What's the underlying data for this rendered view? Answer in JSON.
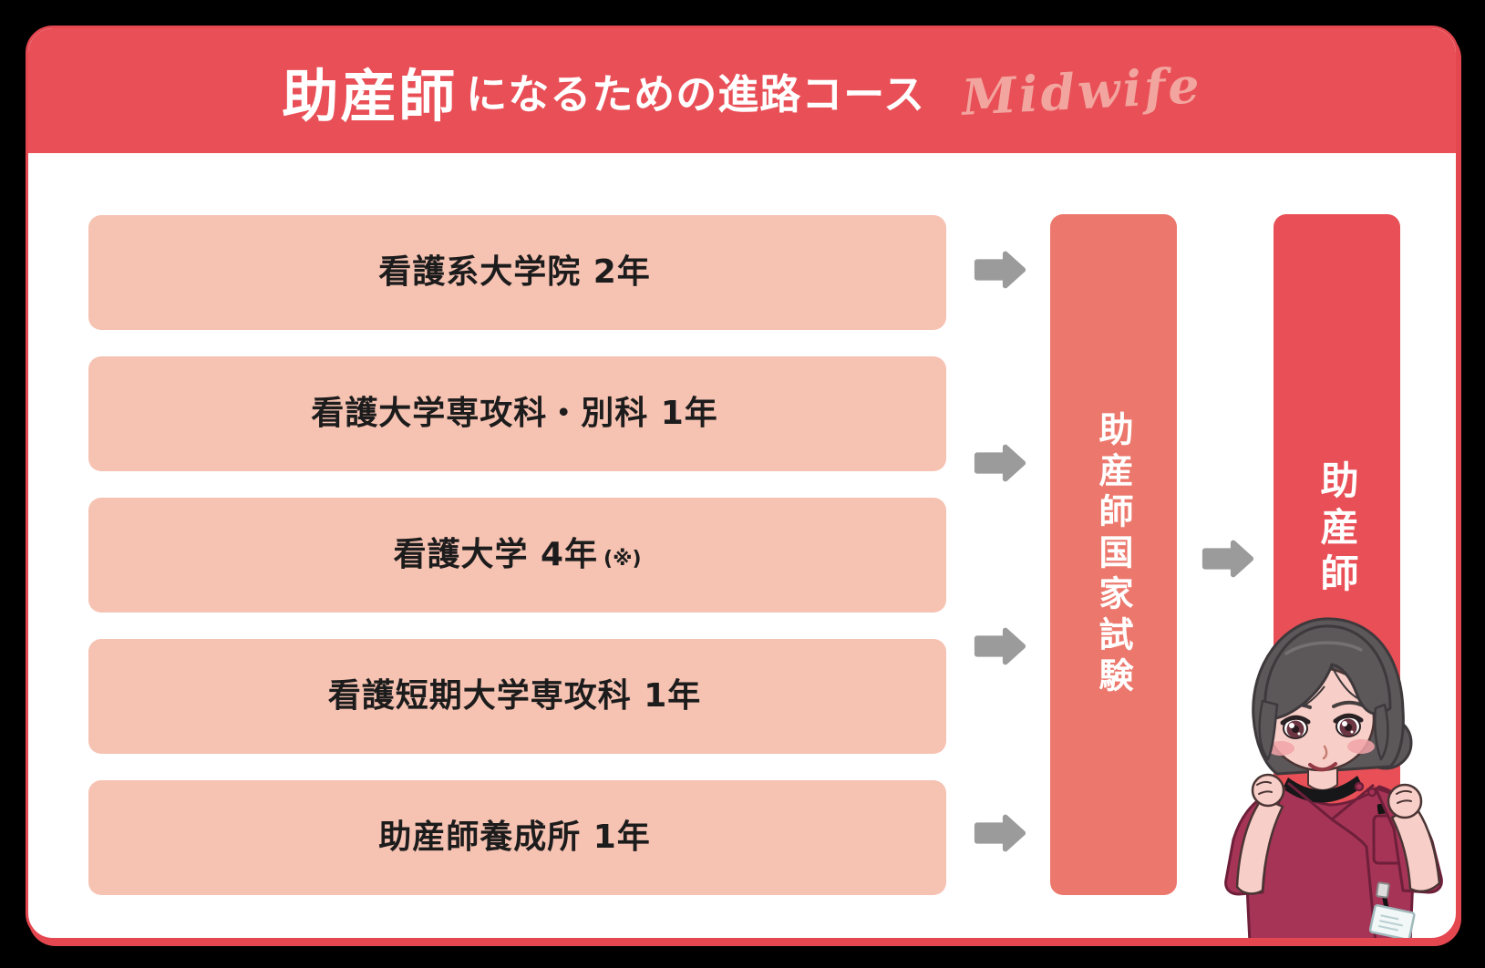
{
  "header": {
    "title_emphasis": "助産師",
    "title_rest": "になるための進路コース",
    "title_script": "Midwife"
  },
  "courses": [
    {
      "label": "看護系大学院 2年",
      "note": ""
    },
    {
      "label": "看護大学専攻科・別科 1年",
      "note": ""
    },
    {
      "label": "看護大学 4年",
      "note": "(※)"
    },
    {
      "label": "看護短期大学専攻科 1年",
      "note": ""
    },
    {
      "label": "助産師養成所 1年",
      "note": ""
    }
  ],
  "exam": {
    "label": "助産師国家試験"
  },
  "result": {
    "label": "助産師"
  },
  "icons": {
    "arrow": "right-arrow",
    "character": "midwife-nurse-character"
  },
  "colors": {
    "header_red": "#E94F56",
    "exam_salmon": "#EC786D",
    "course_pink": "#F6C2B2",
    "arrow_gray": "#9B9B9B",
    "script_pink": "#F2A49F",
    "card_border_red": "#E4474F",
    "text_dark": "#1C1C1C",
    "scrub_magenta": "#A63457"
  }
}
